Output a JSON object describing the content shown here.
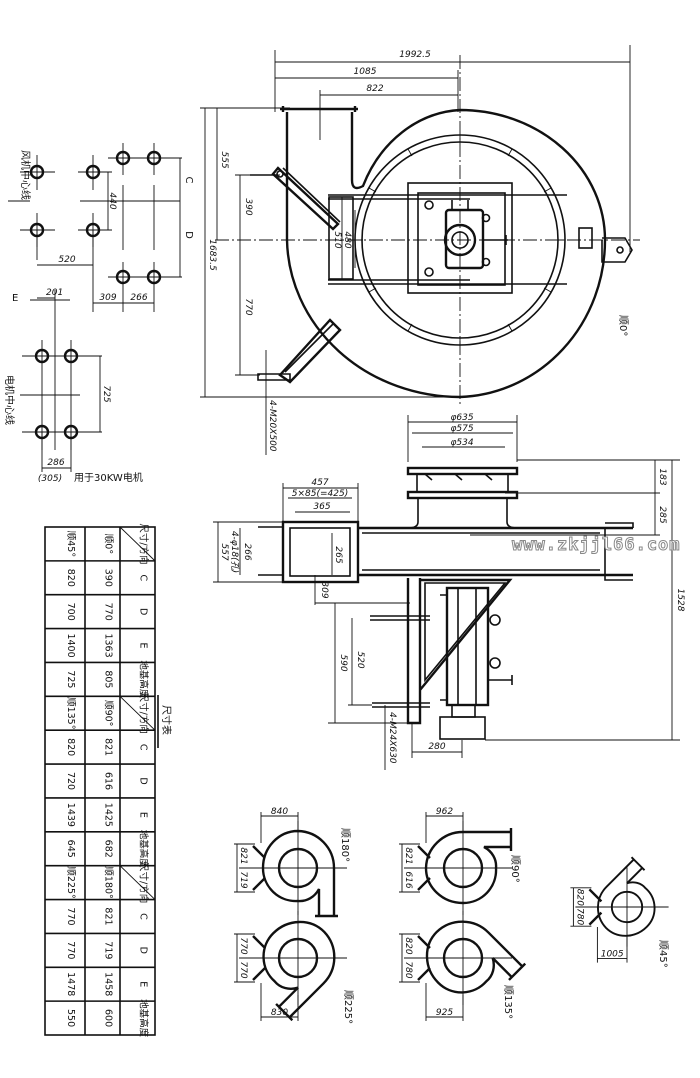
{
  "layout_plan": {
    "label_fan_centerline": "风机中心线",
    "label_motor_centerline": "电机中心线",
    "dim_440": "440",
    "label_c": "C",
    "label_d": "D",
    "label_e": "E",
    "dim_520": "520",
    "dim_201": "201",
    "dim_309": "309",
    "dim_266": "266",
    "dim_725": "725",
    "dim_286": "286",
    "dim_305": "(305)",
    "note_30kw": "用于30KW电机"
  },
  "top_view": {
    "dim_overall_width": "1992.5",
    "dim_1085": "1085",
    "dim_822": "822",
    "dim_overall_height": "1683.5",
    "dim_555": "555",
    "dim_390": "390",
    "dim_770": "770",
    "dim_480": "480",
    "dim_510": "510",
    "bolt_spec": "4-M20X500",
    "rotation_label": "顺0°"
  },
  "side_view": {
    "dim_phi635": "φ635",
    "dim_phi575": "φ575",
    "dim_phi534": "φ534",
    "dim_457": "457",
    "dim_5x85": "5×85(=425)",
    "dim_365": "365",
    "dim_557": "557",
    "hole_spec": "4-φ18(孔)",
    "dim_266": "266",
    "dim_265": "265",
    "dim_309": "309",
    "dim_590": "590",
    "dim_520": "520",
    "dim_280": "280",
    "dim_183": "183",
    "dim_285": "285",
    "dim_1528": "1528",
    "bolt_spec": "4-M24X630"
  },
  "watermark": "www.zkjjl66.com",
  "table": {
    "title": "尺寸表",
    "columns": [
      [
        "尺寸/方向",
        "C",
        "D",
        "E",
        "地基高度",
        "尺寸/方向",
        "C",
        "D",
        "E",
        "地基高度",
        "尺寸/方向",
        "C",
        "D",
        "E",
        "地基高度"
      ],
      [
        "顺0°",
        "390",
        "770",
        "1363",
        "805",
        "顺90°",
        "821",
        "616",
        "1425",
        "682",
        "顺180°",
        "821",
        "719",
        "1458",
        "600"
      ],
      [
        "顺45°",
        "820",
        "700",
        "1400",
        "725",
        "顺135°",
        "820",
        "720",
        "1439",
        "645",
        "顺225°",
        "770",
        "770",
        "1478",
        "550"
      ]
    ]
  },
  "small_views": [
    {
      "label": "顺180°",
      "rotation": 180,
      "dim_top": "840",
      "dim_upper": "821",
      "dim_lower": "719"
    },
    {
      "label": "顺225°",
      "rotation": 225,
      "dim_bottom": "830",
      "dim_upper": "770",
      "dim_lower": "770"
    },
    {
      "label": "顺90°",
      "rotation": 90,
      "dim_top": "962",
      "dim_upper": "821",
      "dim_lower": "616"
    },
    {
      "label": "顺135°",
      "rotation": 135,
      "dim_bottom": "925",
      "dim_upper": "820",
      "dim_lower": "780"
    },
    {
      "label": "顺45°",
      "rotation": 45,
      "dim_bottom": "1005",
      "dim_upper": "820",
      "dim_lower": "780"
    }
  ]
}
